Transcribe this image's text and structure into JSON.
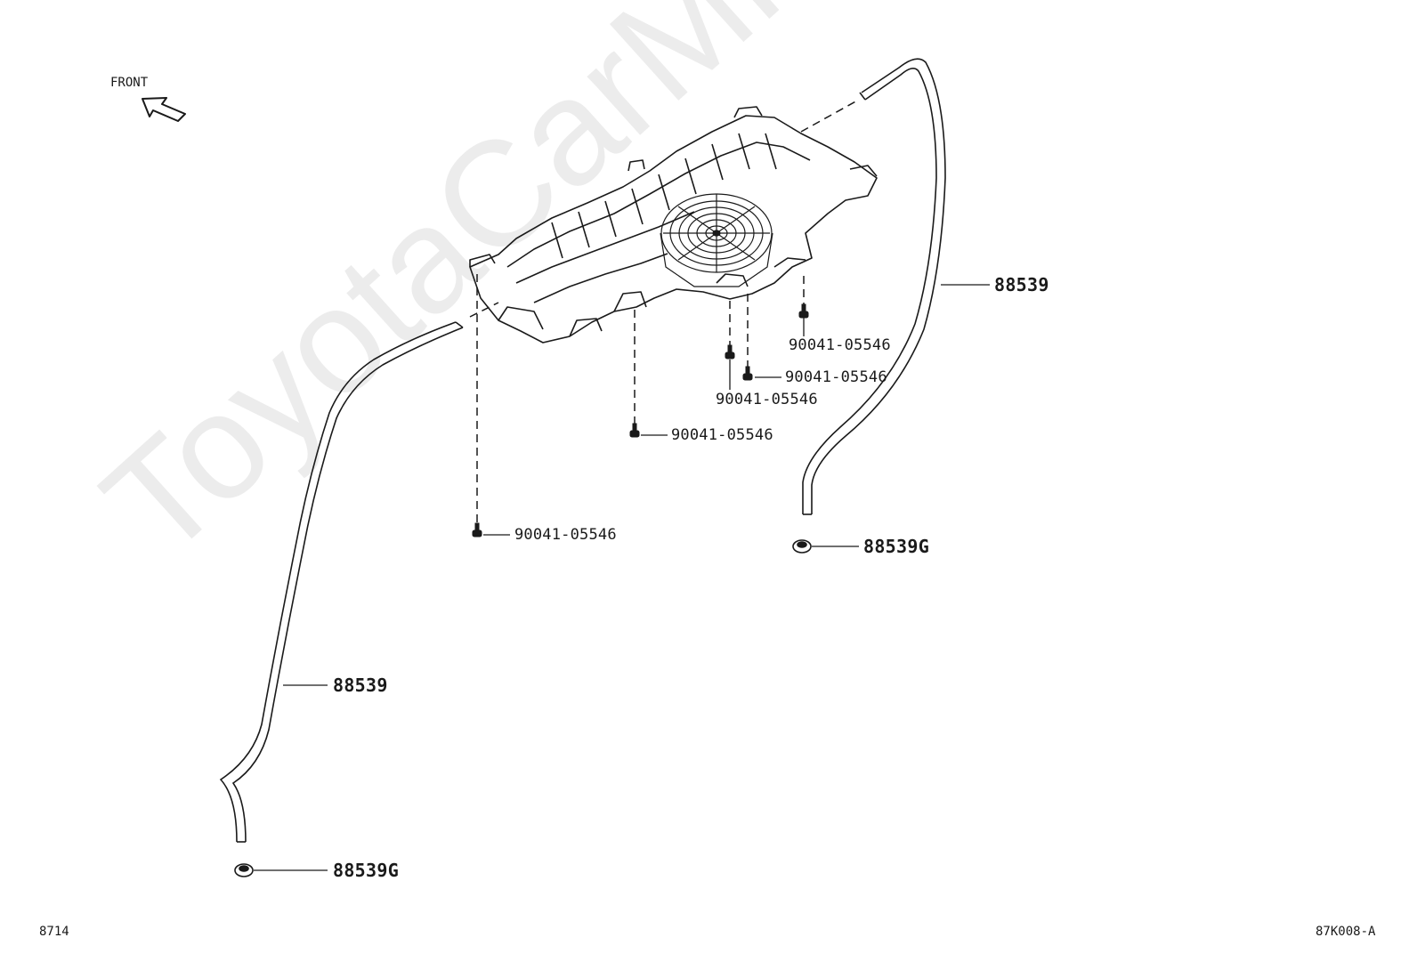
{
  "orientation": {
    "label": "FRONT",
    "icon": "front-arrow-icon"
  },
  "watermark": "ToyotaCarMine.ru",
  "parts": {
    "hose_right": "88539",
    "hose_left": "88539",
    "grommet_right": "88539G",
    "grommet_left": "88539G",
    "bolt_1": "90041-05546",
    "bolt_2": "90041-05546",
    "bolt_3": "90041-05546",
    "bolt_4": "90041-05546",
    "bolt_5": "90041-05546"
  },
  "footer": {
    "page_code": "8714",
    "figure_code": "87K008-A"
  },
  "colors": {
    "line": "#1a1a1a",
    "watermark": "#000000"
  }
}
